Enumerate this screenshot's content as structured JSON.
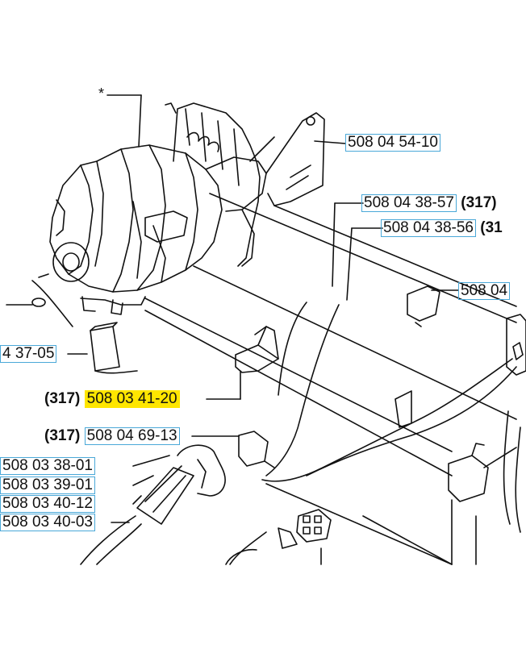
{
  "star_mark": "*",
  "labels": [
    {
      "id": "pn-508045410",
      "part": "508 04 54-10",
      "ref": "",
      "highlight": false
    },
    {
      "id": "pn-508043857",
      "part": "508 04 38-57",
      "ref": "(317)",
      "highlight": false
    },
    {
      "id": "pn-508043856",
      "part": "508 04 38-56",
      "ref": "(31",
      "highlight": false
    },
    {
      "id": "pn-50804-right",
      "part": "508 04",
      "ref": "",
      "highlight": false
    },
    {
      "id": "pn-4-37-05",
      "part": "4 37-05",
      "ref": "",
      "highlight": false
    },
    {
      "id": "pn-508034120",
      "part": "508 03 41-20",
      "ref": "(317)",
      "highlight": true
    },
    {
      "id": "pn-508046913",
      "part": "508 04 69-13",
      "ref": "(317)",
      "highlight": false
    },
    {
      "id": "pn-508033801",
      "part": "508 03 38-01",
      "ref": "",
      "highlight": false
    },
    {
      "id": "pn-508033901",
      "part": "508 03 39-01",
      "ref": "",
      "highlight": false
    },
    {
      "id": "pn-508034012",
      "part": "508 03 40-12",
      "ref": "",
      "highlight": false
    },
    {
      "id": "pn-508034003",
      "part": "508 03 40-03",
      "ref": "",
      "highlight": false
    }
  ],
  "colors": {
    "highlight": "#ffe600",
    "label_border": "#4aa8d8",
    "line": "#111111"
  }
}
